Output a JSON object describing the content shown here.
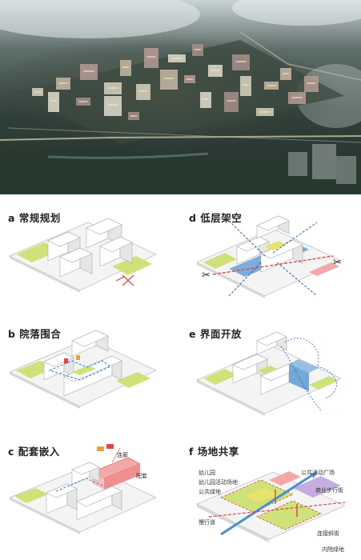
{
  "panels": [
    {
      "id": "a",
      "title": "a 常规规划"
    },
    {
      "id": "b",
      "title": "b 院落围合"
    },
    {
      "id": "c",
      "title": "c 配套嵌入"
    },
    {
      "id": "d",
      "title": "d 低层架空"
    },
    {
      "id": "e",
      "title": "e 界面开放"
    },
    {
      "id": "f",
      "title": "f 场地共享"
    }
  ],
  "panel_c_labels": {
    "connect": "连廊",
    "facility": "配套"
  },
  "panel_f_labels": {
    "kindergarten": "幼儿园",
    "kg_activity": "幼儿园活动场地",
    "public_green": "公共绿地",
    "slow_lane": "慢行道",
    "public_plaza": "公共活动广场",
    "commercial_street": "商业步行街",
    "connect_slope": "连接斜街",
    "inner_green": "内院绿地"
  },
  "colors": {
    "green": "#cfe27a",
    "blue": "#4a8fd0",
    "red": "#e04646",
    "pink": "#f4a8a8",
    "yellow": "#e8e36a",
    "purple": "#b89ad8"
  }
}
